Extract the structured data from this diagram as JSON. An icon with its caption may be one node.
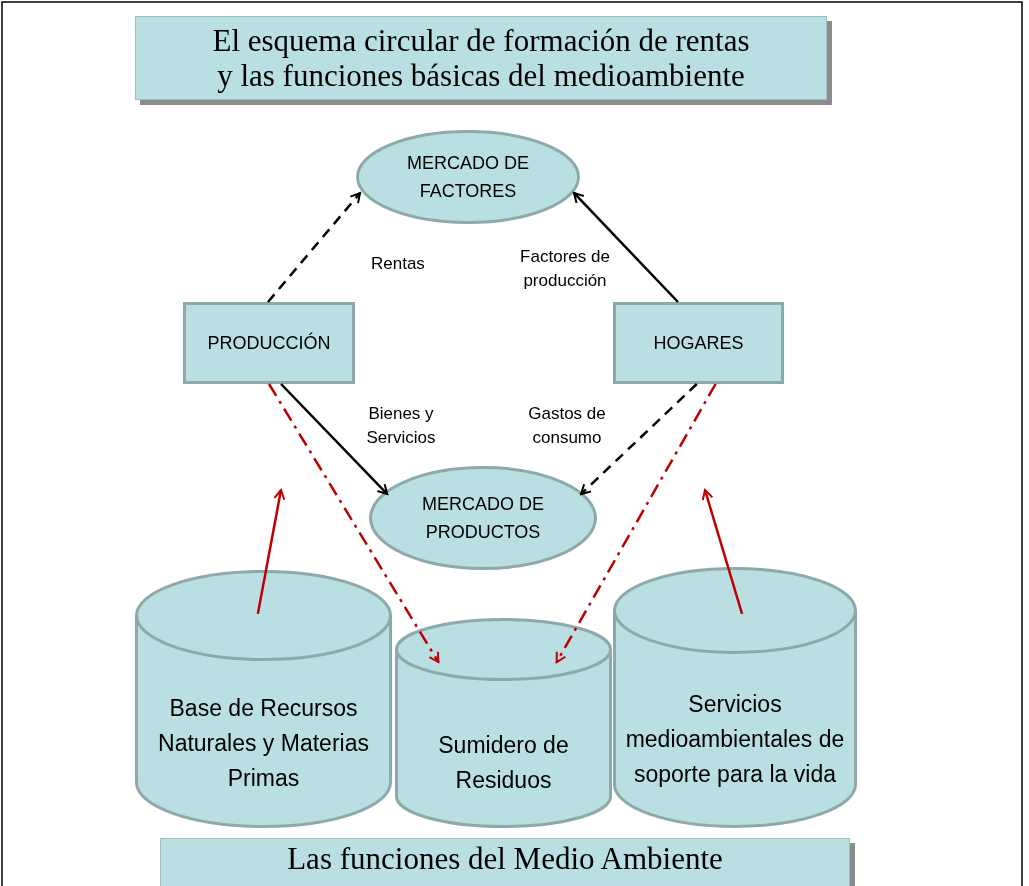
{
  "diagram": {
    "title": "El esquema circular de formación de rentas y las funciones básicas del medioambiente",
    "caption": "Las funciones del Medio Ambiente",
    "nodes": [
      {
        "text": [
          "MERCADO DE FACTORES"
        ]
      },
      {
        "text": [
          "PRODUCCIÓN"
        ]
      },
      {
        "text": [
          "HOGARES"
        ]
      },
      {
        "text": [
          "MERCADO DE PRODUCTOS"
        ]
      },
      {
        "text": [
          "Base de Recursos Naturales y Materias Primas"
        ]
      },
      {
        "text": [
          "Sumidero de Residuos"
        ]
      },
      {
        "text": [
          "Servicios medioambientales de soporte para la vida"
        ]
      }
    ],
    "edges": [
      {
        "from": 1,
        "to": 0,
        "arrow": "to",
        "label": "Rentas",
        "style": "dashed"
      },
      {
        "from": 2,
        "to": 0,
        "arrow": "to",
        "label": "Factores de producción"
      },
      {
        "from": 1,
        "to": 3,
        "arrow": "to",
        "label": "Bienes y Servicios"
      },
      {
        "from": 2,
        "to": 3,
        "arrow": "to",
        "label": "Gastos de consumo",
        "style": "dashed"
      },
      {
        "from": 1,
        "to": 5,
        "arrow": "to",
        "style": "dashed",
        "color": "#c00000"
      },
      {
        "from": 2,
        "to": 5,
        "arrow": "to",
        "style": "dashed",
        "color": "#c00000"
      },
      {
        "from": 4,
        "to": null,
        "arrow": "to",
        "color": "#c00000"
      },
      {
        "from": 6,
        "to": null,
        "arrow": "to",
        "color": "#c00000"
      }
    ]
  }
}
